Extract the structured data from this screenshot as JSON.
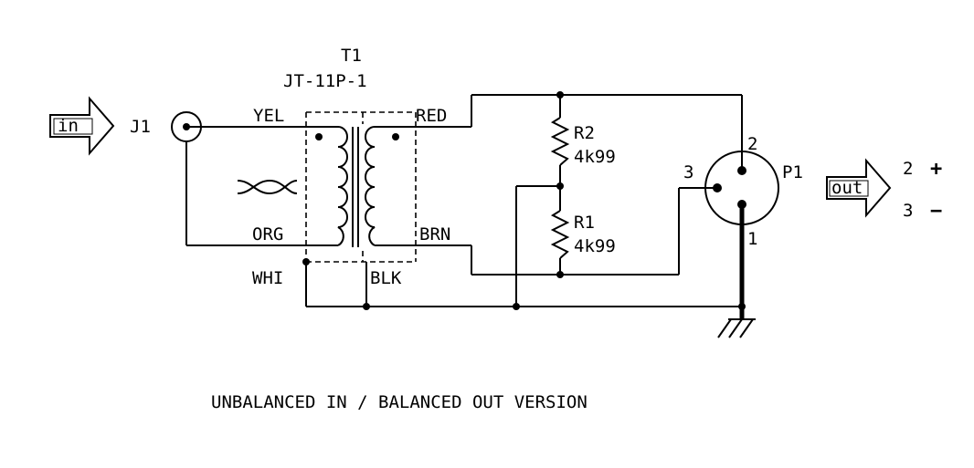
{
  "transformer": {
    "ref": "T1",
    "part": "JT-11P-1"
  },
  "input": {
    "arrow_label": "in",
    "jack_ref": "J1"
  },
  "output": {
    "arrow_label": "out",
    "connector_ref": "P1",
    "pin_plus": "2",
    "pin_minus": "3",
    "sign_plus": "+",
    "sign_minus": "−"
  },
  "wires": {
    "yel": "YEL",
    "red": "RED",
    "org": "ORG",
    "brn": "BRN",
    "whi": "WHI",
    "blk": "BLK"
  },
  "resistors": [
    {
      "ref": "R2",
      "value": "4k99"
    },
    {
      "ref": "R1",
      "value": "4k99"
    }
  ],
  "xlr_pins": {
    "pin1": "1",
    "pin2": "2",
    "pin3": "3"
  },
  "caption": "UNBALANCED IN / BALANCED OUT VERSION"
}
